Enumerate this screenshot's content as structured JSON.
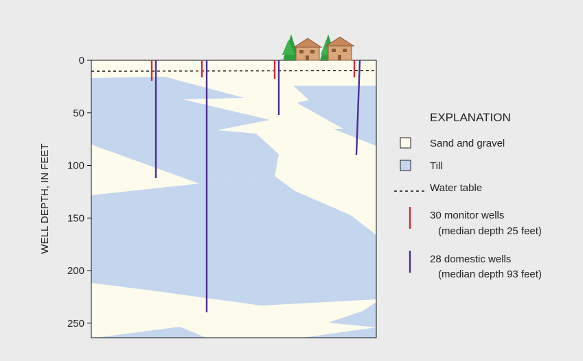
{
  "axis": {
    "ylabel": "WELL DEPTH, IN FEET",
    "ticks": [
      {
        "depth": 0,
        "label": "0"
      },
      {
        "depth": 50,
        "label": "50"
      },
      {
        "depth": 100,
        "label": "100"
      },
      {
        "depth": 150,
        "label": "150"
      },
      {
        "depth": 200,
        "label": "200"
      },
      {
        "depth": 250,
        "label": "250"
      }
    ]
  },
  "colors": {
    "background": "#ebebeb",
    "sand_and_gravel": "#fdfcec",
    "till": "#c4d5ee",
    "monitor_well": "#d7263d",
    "domestic_well": "#4b2d8f",
    "tree": "#2e9e3e",
    "house": "#d9a77a"
  },
  "legend": {
    "title": "EXPLANATION",
    "sand_and_gravel": "Sand and gravel",
    "till": "Till",
    "water_table": "Water table",
    "monitor_line1": "30 monitor wells",
    "monitor_line2": "(median depth 25 feet)",
    "domestic_line1": "28 domestic wells",
    "domestic_line2": "(median depth 93 feet)"
  },
  "water_table_depth_ft": 12
}
